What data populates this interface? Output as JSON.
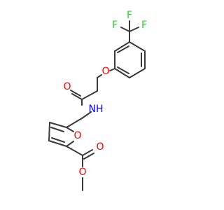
{
  "atoms": {
    "f_top": {
      "text": "F",
      "color": "#33cc33"
    },
    "f_left": {
      "text": "F",
      "color": "#33cc33"
    },
    "f_right": {
      "text": "F",
      "color": "#33cc33"
    },
    "o_ether": {
      "text": "O",
      "color": "#ff0000"
    },
    "o_amide": {
      "text": "O",
      "color": "#ff0000"
    },
    "nh_amide": {
      "text": "NH",
      "color": "#0000ff"
    },
    "o_furan": {
      "text": "O",
      "color": "#ff0000"
    },
    "o_ester_carbonyl": {
      "text": "O",
      "color": "#ff0000"
    },
    "o_ester_single": {
      "text": "O",
      "color": "#ff0000"
    }
  },
  "colors": {
    "bond": "#3a3a3a",
    "background": "#ffffff"
  }
}
